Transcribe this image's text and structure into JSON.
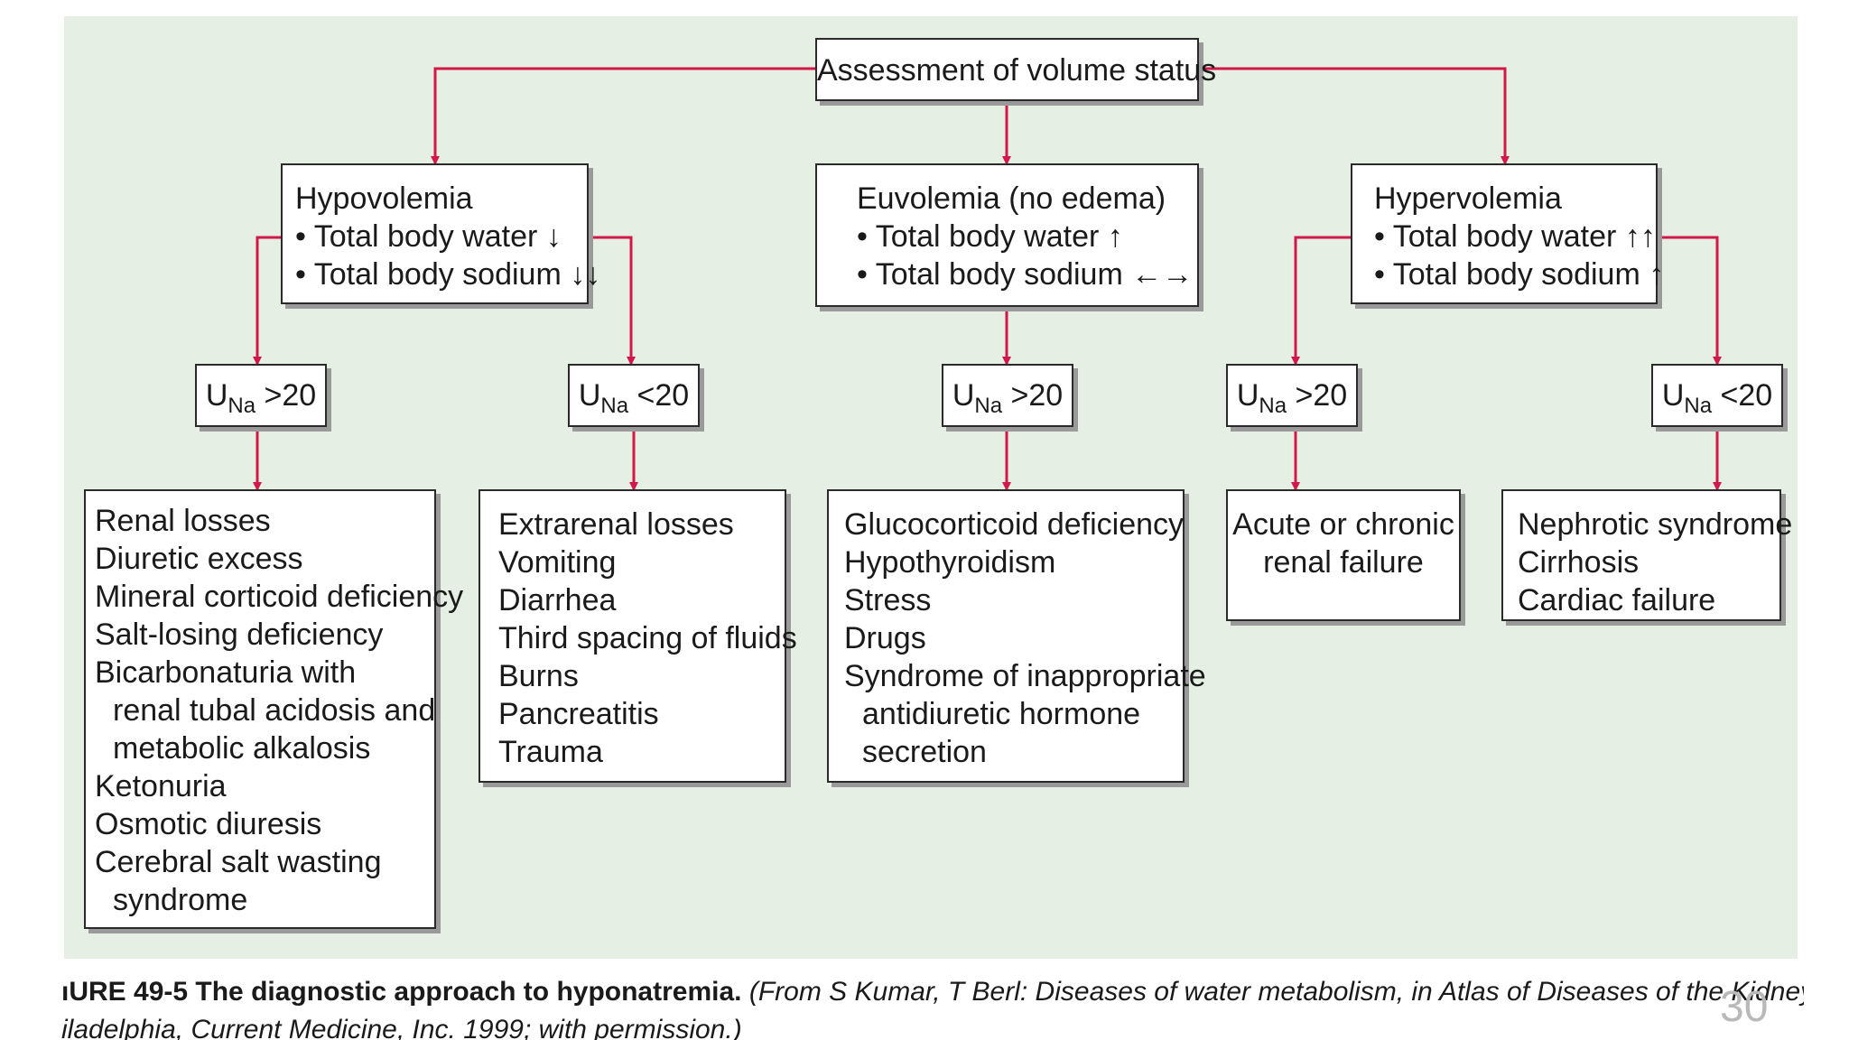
{
  "colors": {
    "arrow": "#d2184a",
    "panel": "#e5efe3",
    "box_border": "#2a2a2a"
  },
  "root": {
    "title": "Assessment of volume status"
  },
  "categories": [
    {
      "title": "Hypovolemia",
      "bullets": [
        "• Total body water ↓",
        "• Total body sodium ↓↓"
      ]
    },
    {
      "title": "Euvolemia (no edema)",
      "bullets": [
        "• Total body water ↑",
        "• Total body sodium ←→"
      ]
    },
    {
      "title": "Hypervolemia",
      "bullets": [
        "• Total body water ↑↑",
        "• Total body sodium ↑"
      ]
    }
  ],
  "urine_sodium": [
    {
      "label": "U",
      "subscript": "Na",
      "value": " >20"
    },
    {
      "label": "U",
      "subscript": "Na",
      "value": " <20"
    },
    {
      "label": "U",
      "subscript": "Na",
      "value": " >20"
    },
    {
      "label": "U",
      "subscript": "Na",
      "value": " >20"
    },
    {
      "label": "U",
      "subscript": "Na",
      "value": " <20"
    }
  ],
  "causes": [
    {
      "lines": [
        {
          "text": "Renal losses",
          "indent": false
        },
        {
          "text": "Diuretic excess",
          "indent": false
        },
        {
          "text": "Mineral corticoid deficiency",
          "indent": false
        },
        {
          "text": "Salt-losing deficiency",
          "indent": false
        },
        {
          "text": "Bicarbonaturia with",
          "indent": false
        },
        {
          "text": "renal tubal acidosis and",
          "indent": true
        },
        {
          "text": "metabolic alkalosis",
          "indent": true
        },
        {
          "text": "Ketonuria",
          "indent": false
        },
        {
          "text": "Osmotic diuresis",
          "indent": false
        },
        {
          "text": "Cerebral salt wasting",
          "indent": false
        },
        {
          "text": "syndrome",
          "indent": true
        }
      ]
    },
    {
      "lines": [
        {
          "text": "Extrarenal losses",
          "indent": false
        },
        {
          "text": "Vomiting",
          "indent": false
        },
        {
          "text": "Diarrhea",
          "indent": false
        },
        {
          "text": "Third spacing of fluids",
          "indent": false
        },
        {
          "text": "Burns",
          "indent": false
        },
        {
          "text": "Pancreatitis",
          "indent": false
        },
        {
          "text": "Trauma",
          "indent": false
        }
      ]
    },
    {
      "lines": [
        {
          "text": "Glucocorticoid deficiency",
          "indent": false
        },
        {
          "text": "Hypothyroidism",
          "indent": false
        },
        {
          "text": "Stress",
          "indent": false
        },
        {
          "text": "Drugs",
          "indent": false
        },
        {
          "text": "Syndrome of inappropriate",
          "indent": false
        },
        {
          "text": "antidiuretic hormone",
          "indent": true
        },
        {
          "text": "secretion",
          "indent": true
        }
      ]
    },
    {
      "lines": [
        {
          "text": "Acute or chronic",
          "indent": false
        },
        {
          "text": "renal failure",
          "indent": false
        }
      ]
    },
    {
      "lines": [
        {
          "text": "Nephrotic syndrome",
          "indent": false
        },
        {
          "text": "Cirrhosis",
          "indent": false
        },
        {
          "text": "Cardiac failure",
          "indent": false
        }
      ]
    }
  ],
  "caption": {
    "figure": "ıURE 49-5",
    "title": "The diagnostic approach to hyponatremia.",
    "source": "(From S Kumar, T Berl: Diseases of water metabolism, in Atlas of Diseases of the Kidney, RW Schrier [",
    "line2": "iladelphia, Current Medicine, Inc. 1999; with permission.)"
  },
  "page_number": "30"
}
